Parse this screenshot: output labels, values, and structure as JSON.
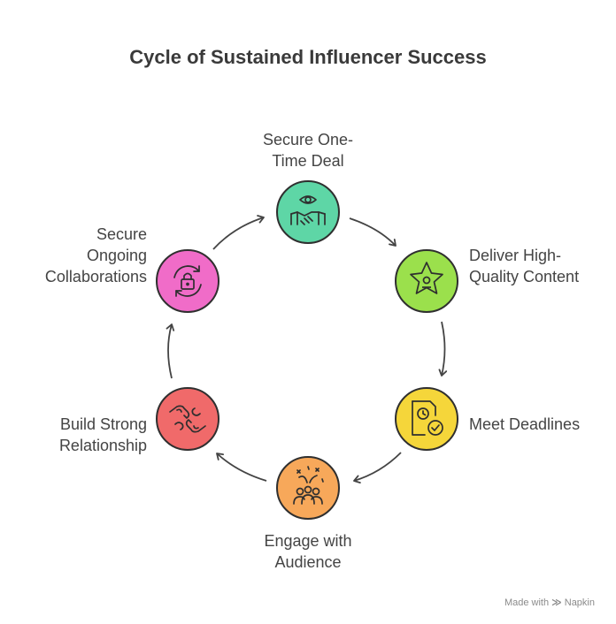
{
  "title": "Cycle of Sustained Influencer Success",
  "steps": [
    {
      "label": "Secure One-\nTime Deal",
      "icon": "handshake-eye-icon",
      "color": "#5ed6a6"
    },
    {
      "label": "Deliver High-\nQuality Content",
      "icon": "star-award-icon",
      "color": "#9be04c"
    },
    {
      "label": "Meet Deadlines",
      "icon": "document-clock-check-icon",
      "color": "#f5d63a"
    },
    {
      "label": "Engage with\nAudience",
      "icon": "audience-group-icon",
      "color": "#f7a85a"
    },
    {
      "label": "Build Strong\nRelationship",
      "icon": "puzzle-hands-icon",
      "color": "#f06a6a"
    },
    {
      "label": "Secure\nOngoing\nCollaborations",
      "icon": "lock-cycle-icon",
      "color": "#f06cc8"
    }
  ],
  "footer": {
    "made_with": "Made with",
    "brand": "Napkin"
  }
}
